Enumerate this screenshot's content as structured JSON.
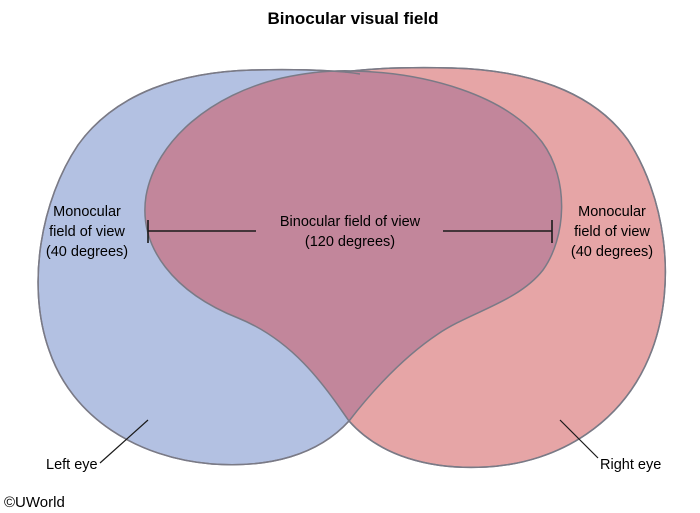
{
  "title": "Binocular visual field",
  "left_monocular": {
    "line1": "Monocular",
    "line2": "field of view",
    "line3": "(40 degrees)"
  },
  "right_monocular": {
    "line1": "Monocular",
    "line2": "field of view",
    "line3": "(40 degrees)"
  },
  "binocular": {
    "line1": "Binocular field of view",
    "line2": "(120 degrees)"
  },
  "left_eye_label": "Left eye",
  "right_eye_label": "Right eye",
  "copyright": "©UWorld",
  "colors": {
    "left_field": "#b3c1e2",
    "right_field": "#e6a5a6",
    "overlap": "#c2869b",
    "outline": "#7a7a86",
    "line": "#1a1a1a"
  }
}
